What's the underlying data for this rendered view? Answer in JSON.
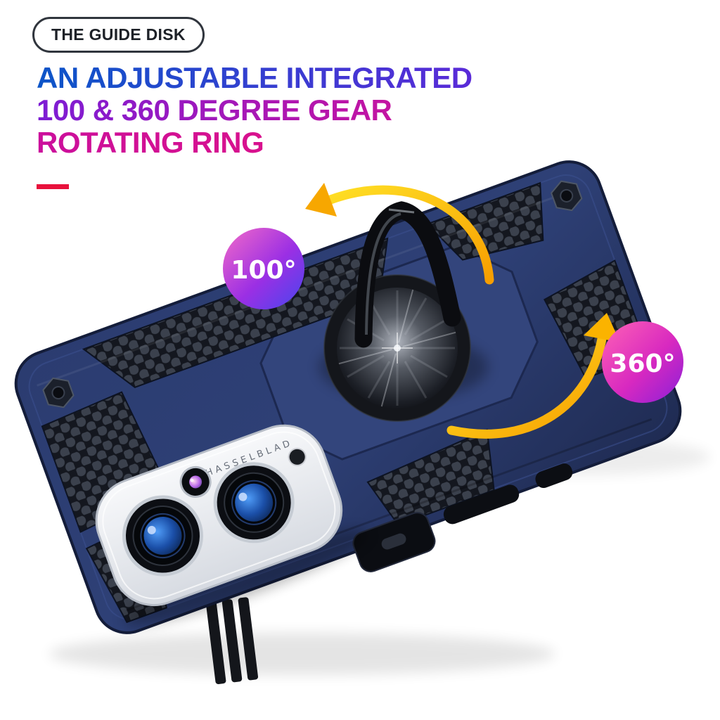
{
  "badge": {
    "label": "THE GUIDE DISK"
  },
  "heading": {
    "line1": "AN ADJUSTABLE INTEGRATED",
    "line2": "100 & 360 DEGREE GEAR",
    "line3": "ROTATING RING"
  },
  "annotations": {
    "angle_small": "100°",
    "angle_full": "360°"
  },
  "product": {
    "camera_brand": "HASSELBLAD"
  },
  "colors": {
    "heading_gradient_blue": "#0c55c8",
    "heading_gradient_purple": "#7c1cd4",
    "heading_gradient_magenta": "#e41380",
    "accent_red": "#e8113c",
    "case_navy": "#2e4076",
    "hex_texture_dark": "#14171f",
    "arrow_yellow": "#ffdf25",
    "arrow_orange": "#f79e00",
    "badge_100_pink": "#f46bc8",
    "badge_100_blue": "#4746ee",
    "badge_360_pink": "#ff63b5",
    "badge_360_purple": "#8a1fd8",
    "camera_module_silver": "#e9ecf1",
    "lens_glass_blue": "#1b4fa8"
  }
}
